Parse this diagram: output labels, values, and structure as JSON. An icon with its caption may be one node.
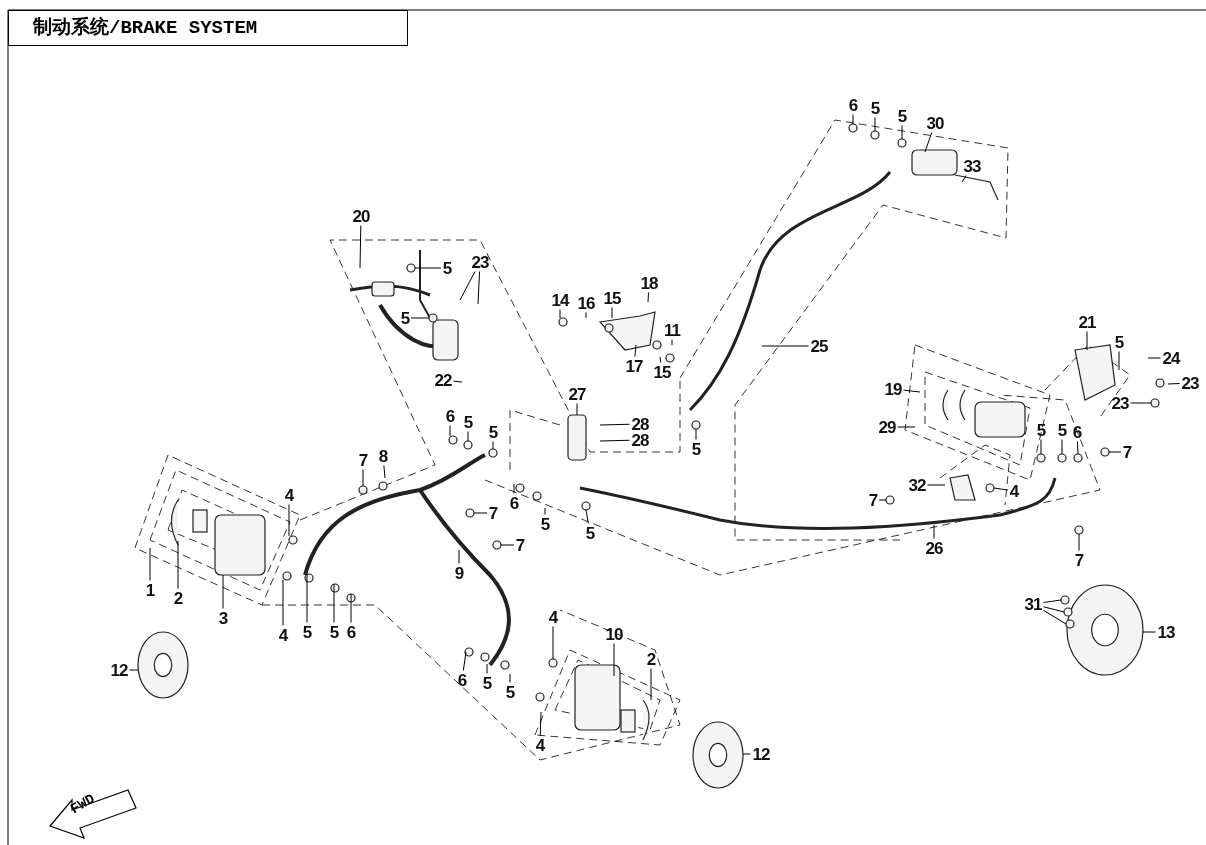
{
  "diagram": {
    "title": "制动系统/BRAKE SYSTEM",
    "nodes": [
      {
        "text": [
          "6"
        ]
      },
      {
        "text": [
          "5"
        ]
      },
      {
        "text": [
          "5"
        ]
      },
      {
        "text": [
          "30"
        ]
      },
      {
        "text": [
          "33"
        ]
      },
      {
        "text": [
          "20"
        ]
      },
      {
        "text": [
          "5"
        ]
      },
      {
        "text": [
          "23"
        ]
      },
      {
        "text": [
          "5"
        ]
      },
      {
        "text": [
          "22"
        ]
      },
      {
        "text": [
          "14"
        ]
      },
      {
        "text": [
          "16"
        ]
      },
      {
        "text": [
          "15"
        ]
      },
      {
        "text": [
          "18"
        ]
      },
      {
        "text": [
          "11"
        ]
      },
      {
        "text": [
          "17"
        ]
      },
      {
        "text": [
          "15"
        ]
      },
      {
        "text": [
          "25"
        ]
      },
      {
        "text": [
          "27"
        ]
      },
      {
        "text": [
          "28"
        ]
      },
      {
        "text": [
          "28"
        ]
      },
      {
        "text": [
          "6"
        ]
      },
      {
        "text": [
          "5"
        ]
      },
      {
        "text": [
          "5"
        ]
      },
      {
        "text": [
          "5"
        ]
      },
      {
        "text": [
          "21"
        ]
      },
      {
        "text": [
          "5"
        ]
      },
      {
        "text": [
          "24"
        ]
      },
      {
        "text": [
          "23"
        ]
      },
      {
        "text": [
          "23"
        ]
      },
      {
        "text": [
          "19"
        ]
      },
      {
        "text": [
          "29"
        ]
      },
      {
        "text": [
          "5"
        ]
      },
      {
        "text": [
          "5"
        ]
      },
      {
        "text": [
          "6"
        ]
      },
      {
        "text": [
          "7"
        ]
      },
      {
        "text": [
          "32"
        ]
      },
      {
        "text": [
          "4"
        ]
      },
      {
        "text": [
          "7"
        ]
      },
      {
        "text": [
          "26"
        ]
      },
      {
        "text": [
          "7"
        ]
      },
      {
        "text": [
          "6"
        ]
      },
      {
        "text": [
          "5"
        ]
      },
      {
        "text": [
          "5"
        ]
      },
      {
        "text": [
          "7"
        ]
      },
      {
        "text": [
          "8"
        ]
      },
      {
        "text": [
          "4"
        ]
      },
      {
        "text": [
          "1"
        ]
      },
      {
        "text": [
          "2"
        ]
      },
      {
        "text": [
          "3"
        ]
      },
      {
        "text": [
          "4"
        ]
      },
      {
        "text": [
          "5"
        ]
      },
      {
        "text": [
          "5"
        ]
      },
      {
        "text": [
          "6"
        ]
      },
      {
        "text": [
          "7"
        ]
      },
      {
        "text": [
          "7"
        ]
      },
      {
        "text": [
          "9"
        ]
      },
      {
        "text": [
          "4"
        ]
      },
      {
        "text": [
          "10"
        ]
      },
      {
        "text": [
          "2"
        ]
      },
      {
        "text": [
          "6"
        ]
      },
      {
        "text": [
          "5"
        ]
      },
      {
        "text": [
          "5"
        ]
      },
      {
        "text": [
          "4"
        ]
      },
      {
        "text": [
          "12"
        ]
      },
      {
        "text": [
          "12"
        ]
      },
      {
        "text": [
          "31"
        ]
      },
      {
        "text": [
          "13"
        ]
      }
    ],
    "edges": [
      {
        "from": 0,
        "to": null,
        "arrow": "none"
      },
      {
        "from": 1,
        "to": null,
        "arrow": "none"
      },
      {
        "from": 2,
        "to": null,
        "arrow": "none"
      },
      {
        "from": 3,
        "to": null,
        "arrow": "none"
      },
      {
        "from": 4,
        "to": null,
        "arrow": "none"
      },
      {
        "from": 5,
        "to": null,
        "arrow": "none"
      },
      {
        "from": 6,
        "to": null,
        "arrow": "none"
      },
      {
        "from": 7,
        "to": null,
        "arrow": "none"
      },
      {
        "from": 7,
        "to": null,
        "arrow": "none"
      },
      {
        "from": 8,
        "to": null,
        "arrow": "none"
      },
      {
        "from": 9,
        "to": null,
        "arrow": "none"
      },
      {
        "from": 10,
        "to": null,
        "arrow": "none"
      },
      {
        "from": 11,
        "to": null,
        "arrow": "none"
      },
      {
        "from": 12,
        "to": null,
        "arrow": "none"
      },
      {
        "from": 13,
        "to": null,
        "arrow": "none"
      },
      {
        "from": 14,
        "to": null,
        "arrow": "none"
      },
      {
        "from": 15,
        "to": null,
        "arrow": "none"
      },
      {
        "from": 16,
        "to": null,
        "arrow": "none"
      },
      {
        "from": 17,
        "to": null,
        "arrow": "none"
      },
      {
        "from": 18,
        "to": null,
        "arrow": "none"
      },
      {
        "from": 19,
        "to": null,
        "arrow": "none"
      },
      {
        "from": 20,
        "to": null,
        "arrow": "none"
      },
      {
        "from": 21,
        "to": null,
        "arrow": "none"
      },
      {
        "from": 22,
        "to": null,
        "arrow": "none"
      },
      {
        "from": 23,
        "to": null,
        "arrow": "none"
      },
      {
        "from": 24,
        "to": null,
        "arrow": "none"
      },
      {
        "from": 25,
        "to": null,
        "arrow": "none"
      },
      {
        "from": 26,
        "to": null,
        "arrow": "none"
      },
      {
        "from": 27,
        "to": null,
        "arrow": "none"
      },
      {
        "from": 28,
        "to": null,
        "arrow": "none"
      },
      {
        "from": 29,
        "to": null,
        "arrow": "none"
      },
      {
        "from": 30,
        "to": null,
        "arrow": "none"
      },
      {
        "from": 31,
        "to": null,
        "arrow": "none"
      },
      {
        "from": 32,
        "to": null,
        "arrow": "none"
      },
      {
        "from": 33,
        "to": null,
        "arrow": "none"
      },
      {
        "from": 34,
        "to": null,
        "arrow": "none"
      },
      {
        "from": 35,
        "to": null,
        "arrow": "none"
      },
      {
        "from": 36,
        "to": null,
        "arrow": "none"
      },
      {
        "from": 37,
        "to": null,
        "arrow": "none"
      },
      {
        "from": 38,
        "to": null,
        "arrow": "none"
      },
      {
        "from": 39,
        "to": null,
        "arrow": "none"
      },
      {
        "from": 40,
        "to": null,
        "arrow": "none"
      },
      {
        "from": 41,
        "to": null,
        "arrow": "none"
      },
      {
        "from": 42,
        "to": null,
        "arrow": "none"
      },
      {
        "from": 43,
        "to": null,
        "arrow": "none"
      },
      {
        "from": 44,
        "to": null,
        "arrow": "none"
      },
      {
        "from": 45,
        "to": null,
        "arrow": "none"
      },
      {
        "from": 46,
        "to": null,
        "arrow": "none"
      },
      {
        "from": 47,
        "to": null,
        "arrow": "none"
      },
      {
        "from": 48,
        "to": null,
        "arrow": "none"
      },
      {
        "from": 49,
        "to": null,
        "arrow": "none"
      },
      {
        "from": 50,
        "to": null,
        "arrow": "none"
      },
      {
        "from": 51,
        "to": null,
        "arrow": "none"
      },
      {
        "from": 52,
        "to": null,
        "arrow": "none"
      },
      {
        "from": 53,
        "to": null,
        "arrow": "none"
      },
      {
        "from": 54,
        "to": null,
        "arrow": "none"
      },
      {
        "from": 55,
        "to": null,
        "arrow": "none"
      },
      {
        "from": 56,
        "to": null,
        "arrow": "none"
      },
      {
        "from": 57,
        "to": null,
        "arrow": "none"
      },
      {
        "from": 58,
        "to": null,
        "arrow": "none"
      },
      {
        "from": 59,
        "to": null,
        "arrow": "none"
      },
      {
        "from": 60,
        "to": null,
        "arrow": "none"
      },
      {
        "from": 61,
        "to": null,
        "arrow": "none"
      },
      {
        "from": 62,
        "to": null,
        "arrow": "none"
      },
      {
        "from": 63,
        "to": null,
        "arrow": "none"
      },
      {
        "from": 64,
        "to": null,
        "arrow": "none"
      },
      {
        "from": 65,
        "to": null,
        "arrow": "none"
      },
      {
        "from": 66,
        "to": null,
        "arrow": "none"
      },
      {
        "from": 66,
        "to": null,
        "arrow": "none"
      },
      {
        "from": 66,
        "to": null,
        "arrow": "none"
      },
      {
        "from": 67,
        "to": null,
        "arrow": "none"
      }
    ],
    "labels": [
      "FWD"
    ]
  }
}
